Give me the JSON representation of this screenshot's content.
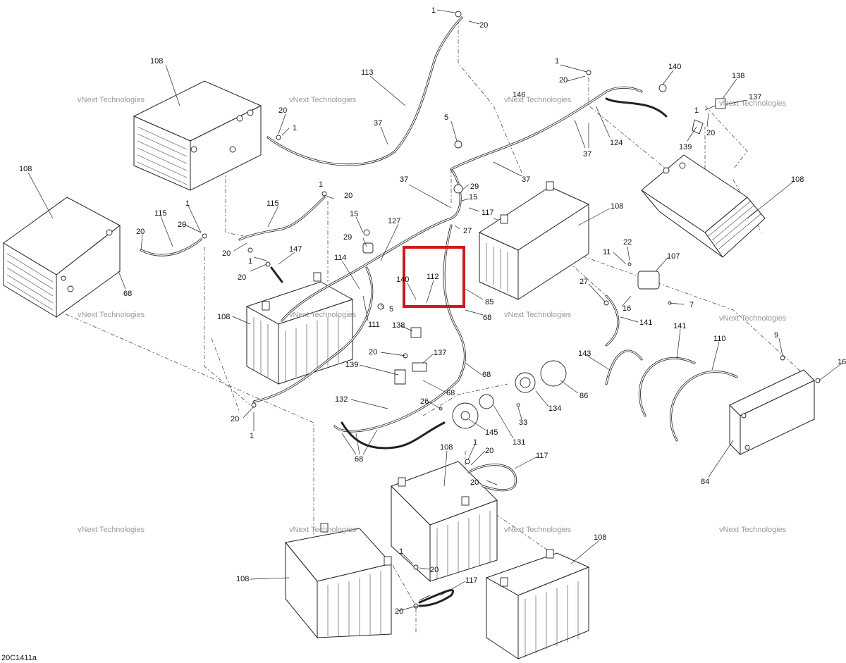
{
  "diagram": {
    "reference_code": "20C1411a",
    "watermark_text": "vNext Technologies",
    "highlight_color": "#d0191b",
    "callouts": [
      {
        "id": "c1a",
        "label": "1"
      },
      {
        "id": "c20a",
        "label": "20"
      },
      {
        "id": "c108a",
        "label": "108"
      },
      {
        "id": "c113",
        "label": "113"
      },
      {
        "id": "c37a",
        "label": "37"
      },
      {
        "id": "c20b",
        "label": "20"
      },
      {
        "id": "c1b",
        "label": "1"
      },
      {
        "id": "c1c",
        "label": "1"
      },
      {
        "id": "c20c",
        "label": "20"
      },
      {
        "id": "c140a",
        "label": "140"
      },
      {
        "id": "c146",
        "label": "146"
      },
      {
        "id": "c138a",
        "label": "138"
      },
      {
        "id": "c137a",
        "label": "137"
      },
      {
        "id": "c1d",
        "label": "1"
      },
      {
        "id": "c20d",
        "label": "20"
      },
      {
        "id": "c139a",
        "label": "139"
      },
      {
        "id": "c124",
        "label": "124"
      },
      {
        "id": "c37b",
        "label": "37"
      },
      {
        "id": "c37c",
        "label": "37"
      },
      {
        "id": "c5a",
        "label": "5"
      },
      {
        "id": "c108b",
        "label": "108"
      },
      {
        "id": "c108c",
        "label": "108"
      },
      {
        "id": "c1e",
        "label": "1"
      },
      {
        "id": "c20e",
        "label": "20"
      },
      {
        "id": "c37d",
        "label": "37"
      },
      {
        "id": "c29a",
        "label": "29"
      },
      {
        "id": "c15a",
        "label": "15"
      },
      {
        "id": "c117a",
        "label": "117"
      },
      {
        "id": "c27a",
        "label": "27"
      },
      {
        "id": "c108d",
        "label": "108"
      },
      {
        "id": "c115a",
        "label": "115"
      },
      {
        "id": "c1f",
        "label": "1"
      },
      {
        "id": "c20f",
        "label": "20"
      },
      {
        "id": "c20g",
        "label": "20"
      },
      {
        "id": "c68a",
        "label": "68"
      },
      {
        "id": "c115b",
        "label": "115"
      },
      {
        "id": "c20h",
        "label": "20"
      },
      {
        "id": "c20i",
        "label": "20"
      },
      {
        "id": "c1g",
        "label": "1"
      },
      {
        "id": "c147",
        "label": "147"
      },
      {
        "id": "c15b",
        "label": "15"
      },
      {
        "id": "c29b",
        "label": "29"
      },
      {
        "id": "c127",
        "label": "127"
      },
      {
        "id": "c114",
        "label": "114"
      },
      {
        "id": "c140b",
        "label": "140"
      },
      {
        "id": "c112",
        "label": "112"
      },
      {
        "id": "c85",
        "label": "85"
      },
      {
        "id": "c68b",
        "label": "68"
      },
      {
        "id": "c5b",
        "label": "5"
      },
      {
        "id": "c111",
        "label": "111"
      },
      {
        "id": "c108e",
        "label": "108"
      },
      {
        "id": "c138b",
        "label": "138"
      },
      {
        "id": "c20j",
        "label": "20"
      },
      {
        "id": "c137b",
        "label": "137"
      },
      {
        "id": "c139b",
        "label": "139"
      },
      {
        "id": "c68c",
        "label": "68"
      },
      {
        "id": "c68d",
        "label": "68"
      },
      {
        "id": "c132",
        "label": "132"
      },
      {
        "id": "c26",
        "label": "26"
      },
      {
        "id": "c20k",
        "label": "20"
      },
      {
        "id": "c1h",
        "label": "1"
      },
      {
        "id": "c68e",
        "label": "68"
      },
      {
        "id": "c145",
        "label": "145"
      },
      {
        "id": "c131",
        "label": "131"
      },
      {
        "id": "c33",
        "label": "33"
      },
      {
        "id": "c134",
        "label": "134"
      },
      {
        "id": "c86",
        "label": "86"
      },
      {
        "id": "c22",
        "label": "22"
      },
      {
        "id": "c11",
        "label": "11"
      },
      {
        "id": "c107",
        "label": "107"
      },
      {
        "id": "c27b",
        "label": "27"
      },
      {
        "id": "c16a",
        "label": "16"
      },
      {
        "id": "c7",
        "label": "7"
      },
      {
        "id": "c141a",
        "label": "141"
      },
      {
        "id": "c143",
        "label": "143"
      },
      {
        "id": "c141b",
        "label": "141"
      },
      {
        "id": "c110",
        "label": "110"
      },
      {
        "id": "c9",
        "label": "9"
      },
      {
        "id": "c16b",
        "label": "16"
      },
      {
        "id": "c84",
        "label": "84"
      },
      {
        "id": "c108f",
        "label": "108"
      },
      {
        "id": "c1i",
        "label": "1"
      },
      {
        "id": "c20l",
        "label": "20"
      },
      {
        "id": "c117b",
        "label": "117"
      },
      {
        "id": "c20m",
        "label": "20"
      },
      {
        "id": "c108g",
        "label": "108"
      },
      {
        "id": "c108h",
        "label": "108"
      },
      {
        "id": "c1j",
        "label": "1"
      },
      {
        "id": "c20n",
        "label": "20"
      },
      {
        "id": "c117c",
        "label": "117"
      },
      {
        "id": "c20o",
        "label": "20"
      }
    ]
  }
}
